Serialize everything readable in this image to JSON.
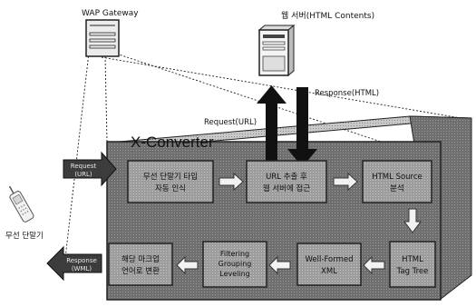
{
  "labels": {
    "wap_gateway": "WAP Gateway",
    "web_server": "웹 서버(HTML Contents)",
    "response_html": "Response(HTML)",
    "request_url": "Request(URL)",
    "converter_title": "X-Converter",
    "wireless_terminal": "무선 단말기"
  },
  "ports": {
    "request_in": [
      "Request",
      "(URL)"
    ],
    "response_out": [
      "Response",
      "(WML)"
    ]
  },
  "steps": [
    [
      "무선 단말기 타입",
      "자동 인식"
    ],
    [
      "URL 추출 후",
      "웹 서버에 접근"
    ],
    [
      "HTML Source",
      "분석"
    ],
    [
      "HTML",
      "Tag Tree"
    ],
    [
      "Well-Formed",
      "XML"
    ],
    [
      "Filtering",
      "Grouping",
      "Leveling"
    ],
    [
      "해당 마크업",
      "언어로 변환"
    ]
  ]
}
